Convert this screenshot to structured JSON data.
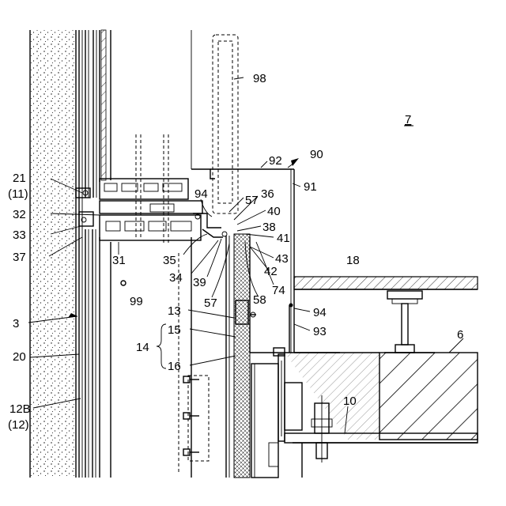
{
  "figure": {
    "labels": {
      "l7": "7",
      "l98": "98",
      "l90": "90",
      "l92": "92",
      "l91": "91",
      "l21": "21",
      "l11": "(11)",
      "l94a": "94",
      "l57a": "57",
      "l36": "36",
      "l40": "40",
      "l32": "32",
      "l38": "38",
      "l33": "33",
      "l41": "41",
      "l37": "37",
      "l31": "31",
      "l35": "35",
      "l43": "43",
      "l18": "18",
      "l34": "34",
      "l39": "39",
      "l42": "42",
      "l99": "99",
      "l57b": "57",
      "l58": "58",
      "l74": "74",
      "l94b": "94",
      "l3": "3",
      "l13": "13",
      "l15": "15",
      "l93": "93",
      "l14": "14",
      "l6": "6",
      "l20": "20",
      "l16": "16",
      "l10": "10",
      "l12B": "12B",
      "l12": "(12)"
    }
  }
}
